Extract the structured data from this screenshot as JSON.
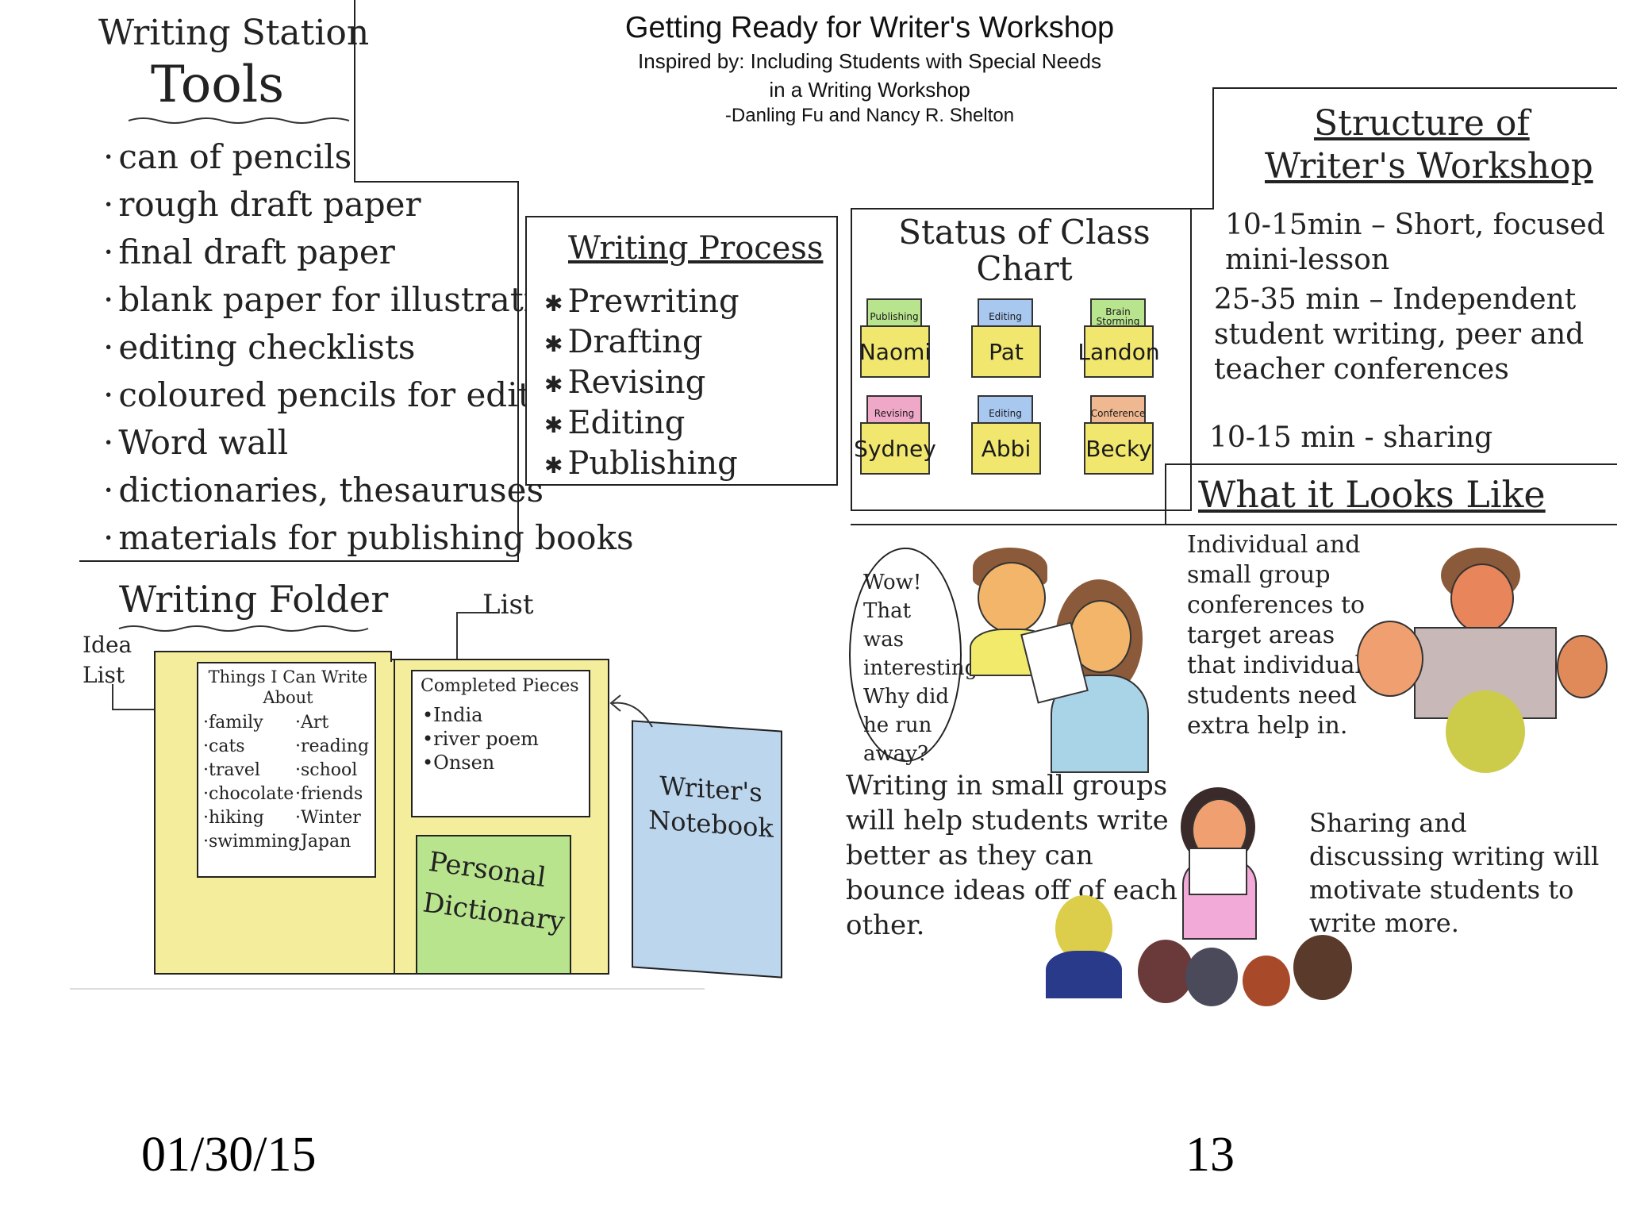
{
  "header": {
    "title": "Getting Ready for Writer's Workshop",
    "inspired": "Inspired by:  Including Students with Special Needs",
    "inspired_line2": "in a Writing Workshop",
    "authors": "-Danling Fu and Nancy R. Shelton"
  },
  "tools": {
    "heading1": "Writing Station",
    "heading2": "Tools",
    "items": [
      "can of pencils",
      "rough draft paper",
      "final draft paper",
      "blank paper for illustrations",
      "editing checklists",
      "coloured pencils for editing",
      "Word wall",
      "dictionaries, thesauruses",
      "materials for publishing books"
    ]
  },
  "process": {
    "heading": "Writing Process",
    "items": [
      "Prewriting",
      "Drafting",
      "Revising",
      "Editing",
      "Publishing"
    ]
  },
  "folder": {
    "heading": "Writing Folder",
    "idea_label": "Idea List",
    "list_label": "List",
    "left_title": "Things I Can Write About",
    "left_col1": [
      "family",
      "cats",
      "travel",
      "chocolate",
      "hiking",
      "swimming"
    ],
    "left_col2": [
      "Art",
      "reading",
      "school",
      "friends",
      "Winter",
      "Japan"
    ],
    "right_title": "Completed Pieces",
    "right_items": [
      "India",
      "river poem",
      "Onsen"
    ],
    "dictionary": "Personal Dictionary",
    "notebook": "Writer's Notebook"
  },
  "status": {
    "heading": "Status of Class Chart",
    "cards": [
      {
        "tab": "Publishing",
        "name": "Naomi"
      },
      {
        "tab": "Editing",
        "name": "Pat"
      },
      {
        "tab": "Brain Storming",
        "name": "Landon"
      },
      {
        "tab": "Revising",
        "name": "Sydney"
      },
      {
        "tab": "Editing",
        "name": "Abbi"
      },
      {
        "tab": "Conference",
        "name": "Becky"
      }
    ]
  },
  "structure": {
    "heading1": "Structure of",
    "heading2": "Writer's Workshop",
    "rows": [
      {
        "time": "10-15min",
        "text": "Short, focused mini-lesson"
      },
      {
        "time": "25-35 min",
        "text": "Independent student writing, peer and teacher conferences"
      },
      {
        "time": "10-15 min",
        "text": "sharing"
      }
    ]
  },
  "looks": {
    "heading": "What it Looks Like",
    "conference_text": "Individual and small group conferences to target areas that individual students need extra help in.",
    "speech": "Wow! That was interesting! Why did he run away?",
    "small_groups": "Writing in small groups will help students write better as they can bounce ideas off of each other.",
    "sharing": "Sharing and discussing writing will motivate students to write more."
  },
  "footer": {
    "date": "01/30/15",
    "page": "13"
  },
  "colors": {
    "folder_yellow": "#f4ee9c",
    "card_yellow": "#efe46a",
    "green": "#b9e48e",
    "blue_notebook": "#bcd6ee",
    "tab_green": "#b9e48e",
    "tab_blue": "#a8c8f0",
    "tab_pink": "#f0a8c8",
    "tab_orange": "#f0b890"
  }
}
